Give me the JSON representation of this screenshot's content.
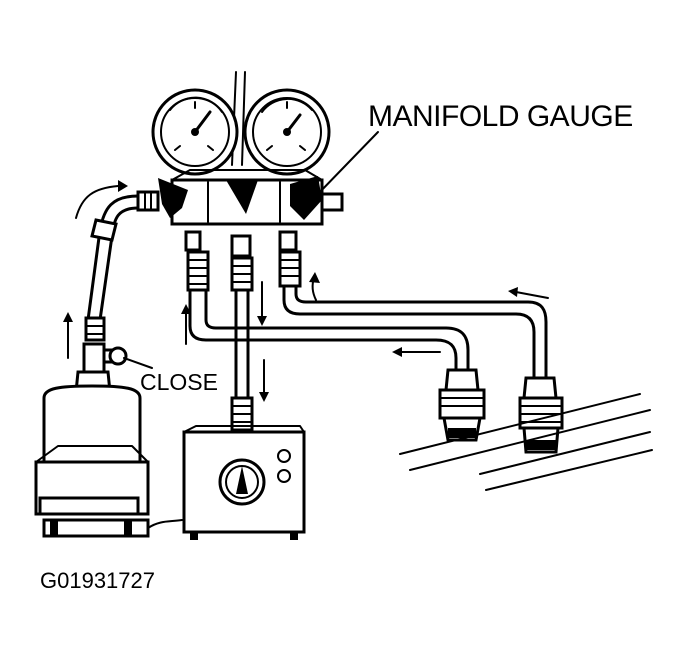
{
  "labels": {
    "manifold_gauge": "MANIFOLD GAUGE",
    "close": "CLOSE",
    "figure_id": "G01931727"
  },
  "icons": [
    "manifold-gauge-icon",
    "pressure-gauge-icon",
    "valve-knob-icon",
    "hose-icon",
    "refrigerant-tank-icon",
    "scale-icon",
    "vacuum-pump-icon",
    "quick-coupler-icon",
    "refrigerant-pipe-icon",
    "flow-arrow-icon"
  ]
}
